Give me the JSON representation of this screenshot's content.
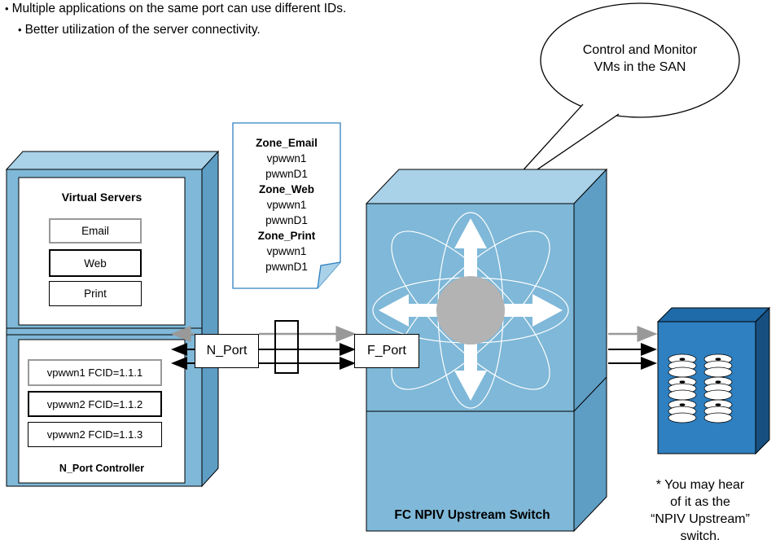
{
  "bullets": [
    "Multiple applications on the same port can use different IDs.",
    "Better utilization of the server connectivity."
  ],
  "callout": {
    "line1": "Control and Monitor",
    "line2": "VMs in the SAN"
  },
  "zone_note": {
    "lines": [
      {
        "text": "Zone_Email",
        "bold": true
      },
      {
        "text": "vpwwn1",
        "bold": false
      },
      {
        "text": "pwwnD1",
        "bold": false
      },
      {
        "text": "Zone_Web",
        "bold": true
      },
      {
        "text": "vpwwn1",
        "bold": false
      },
      {
        "text": "pwwnD1",
        "bold": false
      },
      {
        "text": "Zone_Print",
        "bold": true
      },
      {
        "text": "vpwwn1",
        "bold": false
      },
      {
        "text": "pwwnD1",
        "bold": false
      }
    ]
  },
  "server": {
    "virtual_servers_title": "Virtual Servers",
    "apps": [
      "Email",
      "Web",
      "Print"
    ],
    "ids": [
      "vpwwn1 FCID=1.1.1",
      "vpwwn2 FCID=1.1.2",
      "vpwwn2 FCID=1.1.3"
    ],
    "controller_label": "N_Port Controller"
  },
  "ports": {
    "n_port": "N_Port",
    "f_port": "F_Port"
  },
  "switch_label": "FC NPIV Upstream Switch",
  "footnote": {
    "line1": "* You may hear",
    "line2": "of it as the",
    "line3": "“NPIV Upstream”",
    "line4": "switch."
  },
  "colors": {
    "blue_face": "#7fb8d8",
    "blue_side": "#5e9dc4",
    "blue_top": "#a9d1e8",
    "storage_face": "#2f80c0",
    "gray_arrow": "#999999",
    "hub": "#b3b3b3"
  }
}
